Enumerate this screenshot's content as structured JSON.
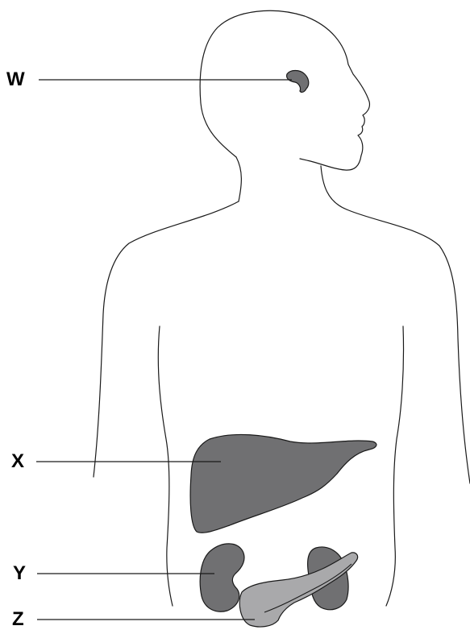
{
  "labels": {
    "w": "W",
    "x": "X",
    "y": "Y",
    "z": "Z"
  },
  "colors": {
    "organ_dark": "#707072",
    "organ_light": "#a9a9ab",
    "outline": "#1a1a1a"
  }
}
